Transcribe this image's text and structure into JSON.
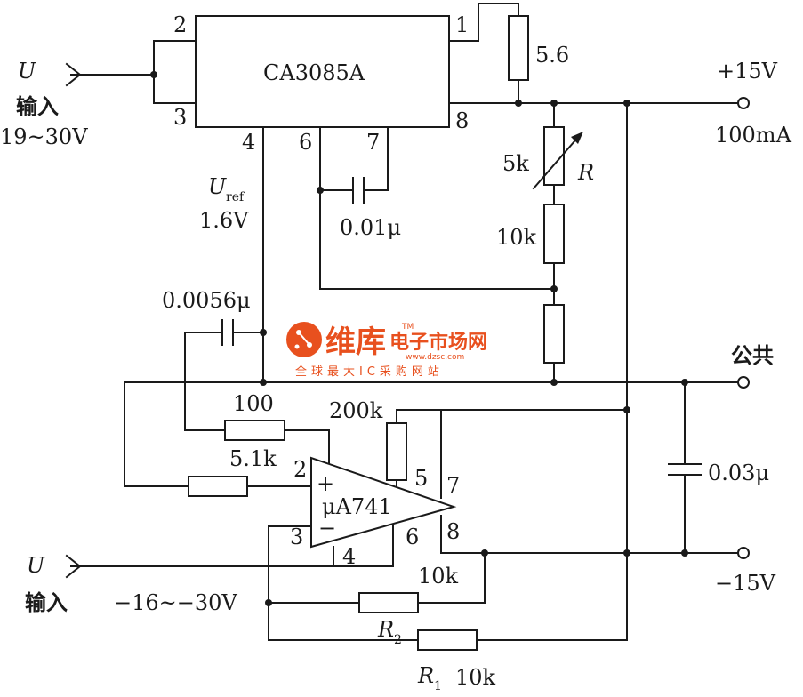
{
  "ic1": {
    "name": "CA3085A",
    "pins": {
      "p1": "1",
      "p2": "2",
      "p3": "3",
      "p4": "4",
      "p6": "6",
      "p7": "7",
      "p8": "8"
    }
  },
  "ic2": {
    "name": "μA741",
    "pins": {
      "p2": "2",
      "p3": "3",
      "p4": "4",
      "p5": "5",
      "p6": "6",
      "p7": "7",
      "p8": "8"
    },
    "plus": "+",
    "minus": "−"
  },
  "input_pos": {
    "symbol": "U",
    "label": "输入",
    "range": "19~30V"
  },
  "input_neg": {
    "symbol": "U",
    "label": "输入",
    "range": "−16~−30V"
  },
  "vref": {
    "symbol": "U",
    "sub": "ref",
    "value": "1.6V"
  },
  "components": {
    "r_top": "5.6",
    "r_var_value": "5k",
    "r_var_name": "R",
    "r_10k_mid": "10k",
    "c1": "0.01μ",
    "c2": "0.0056μ",
    "r_100": "100",
    "r_51k": "5.1k",
    "r_200k": "200k",
    "c3": "0.03μ",
    "r2_value": "10k",
    "r2_name": "R",
    "r2_sub": "2",
    "r1_name": "R",
    "r1_sub": "1",
    "r1_value": "10k"
  },
  "outputs": {
    "pos_voltage": "+15V",
    "pos_current": "100mA",
    "common": "公共",
    "neg_voltage": "−15V"
  },
  "watermark": {
    "brand": "维库",
    "sub": "电子市场网",
    "url": "www.dzsc.com",
    "tag": "全球最大IC采购网站",
    "tm": "TM"
  }
}
